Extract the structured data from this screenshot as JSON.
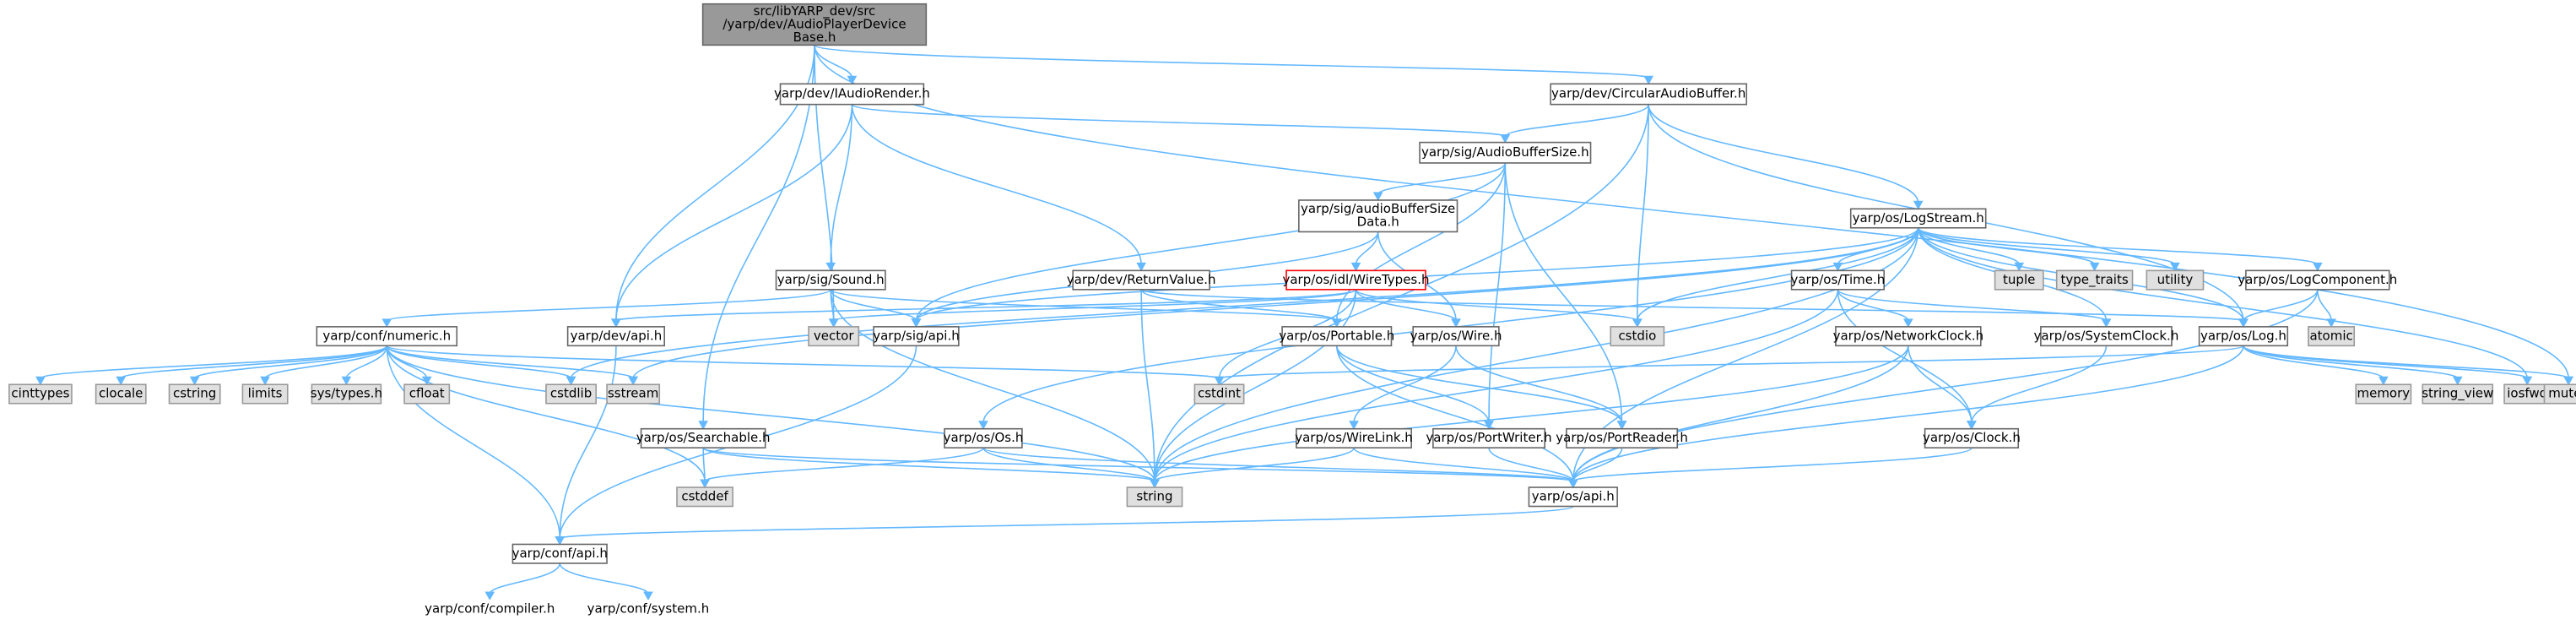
{
  "nodes": [
    {
      "id": "root",
      "lines": [
        "src/libYARP_dev/src",
        "/yarp/dev/AudioPlayerDevice",
        "Base.h"
      ],
      "kind": "root"
    },
    {
      "id": "iaudiorender",
      "lines": [
        "yarp/dev/IAudioRender.h"
      ],
      "kind": "normal"
    },
    {
      "id": "circular",
      "lines": [
        "yarp/dev/CircularAudioBuffer.h"
      ],
      "kind": "normal"
    },
    {
      "id": "audiobuffersize",
      "lines": [
        "yarp/sig/AudioBufferSize.h"
      ],
      "kind": "normal"
    },
    {
      "id": "audiobuffersizedata",
      "lines": [
        "yarp/sig/audioBufferSize",
        "Data.h"
      ],
      "kind": "normal"
    },
    {
      "id": "logstream",
      "lines": [
        "yarp/os/LogStream.h"
      ],
      "kind": "normal"
    },
    {
      "id": "sound",
      "lines": [
        "yarp/sig/Sound.h"
      ],
      "kind": "normal"
    },
    {
      "id": "returnvalue",
      "lines": [
        "yarp/dev/ReturnValue.h"
      ],
      "kind": "normal"
    },
    {
      "id": "wiretypes",
      "lines": [
        "yarp/os/idl/WireTypes.h"
      ],
      "kind": "red"
    },
    {
      "id": "time",
      "lines": [
        "yarp/os/Time.h"
      ],
      "kind": "normal"
    },
    {
      "id": "tuple",
      "lines": [
        "tuple"
      ],
      "kind": "system"
    },
    {
      "id": "type_traits",
      "lines": [
        "type_traits"
      ],
      "kind": "system"
    },
    {
      "id": "utility",
      "lines": [
        "utility"
      ],
      "kind": "system"
    },
    {
      "id": "logcomponent",
      "lines": [
        "yarp/os/LogComponent.h"
      ],
      "kind": "normal"
    },
    {
      "id": "numeric",
      "lines": [
        "yarp/conf/numeric.h"
      ],
      "kind": "normal"
    },
    {
      "id": "devapi",
      "lines": [
        "yarp/dev/api.h"
      ],
      "kind": "normal"
    },
    {
      "id": "vector",
      "lines": [
        "vector"
      ],
      "kind": "system"
    },
    {
      "id": "sigapi",
      "lines": [
        "yarp/sig/api.h"
      ],
      "kind": "normal"
    },
    {
      "id": "portable",
      "lines": [
        "yarp/os/Portable.h"
      ],
      "kind": "normal"
    },
    {
      "id": "wire",
      "lines": [
        "yarp/os/Wire.h"
      ],
      "kind": "normal"
    },
    {
      "id": "cstdio",
      "lines": [
        "cstdio"
      ],
      "kind": "system"
    },
    {
      "id": "networkclock",
      "lines": [
        "yarp/os/NetworkClock.h"
      ],
      "kind": "normal"
    },
    {
      "id": "systemclock",
      "lines": [
        "yarp/os/SystemClock.h"
      ],
      "kind": "normal"
    },
    {
      "id": "log",
      "lines": [
        "yarp/os/Log.h"
      ],
      "kind": "normal"
    },
    {
      "id": "atomic",
      "lines": [
        "atomic"
      ],
      "kind": "system"
    },
    {
      "id": "cinttypes",
      "lines": [
        "cinttypes"
      ],
      "kind": "system"
    },
    {
      "id": "clocale",
      "lines": [
        "clocale"
      ],
      "kind": "system"
    },
    {
      "id": "cstring",
      "lines": [
        "cstring"
      ],
      "kind": "system"
    },
    {
      "id": "limits",
      "lines": [
        "limits"
      ],
      "kind": "system"
    },
    {
      "id": "systypes",
      "lines": [
        "sys/types.h"
      ],
      "kind": "system"
    },
    {
      "id": "cfloat",
      "lines": [
        "cfloat"
      ],
      "kind": "system"
    },
    {
      "id": "cstdlib",
      "lines": [
        "cstdlib"
      ],
      "kind": "system"
    },
    {
      "id": "sstream",
      "lines": [
        "sstream"
      ],
      "kind": "system"
    },
    {
      "id": "cstdint",
      "lines": [
        "cstdint"
      ],
      "kind": "system"
    },
    {
      "id": "searchable",
      "lines": [
        "yarp/os/Searchable.h"
      ],
      "kind": "normal"
    },
    {
      "id": "osos",
      "lines": [
        "yarp/os/Os.h"
      ],
      "kind": "normal"
    },
    {
      "id": "wirelink",
      "lines": [
        "yarp/os/WireLink.h"
      ],
      "kind": "normal"
    },
    {
      "id": "portwriter",
      "lines": [
        "yarp/os/PortWriter.h"
      ],
      "kind": "normal"
    },
    {
      "id": "portreader",
      "lines": [
        "yarp/os/PortReader.h"
      ],
      "kind": "normal"
    },
    {
      "id": "clock",
      "lines": [
        "yarp/os/Clock.h"
      ],
      "kind": "normal"
    },
    {
      "id": "memory",
      "lines": [
        "memory"
      ],
      "kind": "system"
    },
    {
      "id": "string_view",
      "lines": [
        "string_view"
      ],
      "kind": "system"
    },
    {
      "id": "iosfwd",
      "lines": [
        "iosfwd"
      ],
      "kind": "system"
    },
    {
      "id": "mutex",
      "lines": [
        "mutex"
      ],
      "kind": "system"
    },
    {
      "id": "cstddef",
      "lines": [
        "cstddef"
      ],
      "kind": "system"
    },
    {
      "id": "string",
      "lines": [
        "string"
      ],
      "kind": "system"
    },
    {
      "id": "osapi",
      "lines": [
        "yarp/os/api.h"
      ],
      "kind": "normal"
    },
    {
      "id": "confapi",
      "lines": [
        "yarp/conf/api.h"
      ],
      "kind": "normal"
    },
    {
      "id": "compiler",
      "lines": [
        "yarp/conf/compiler.h"
      ],
      "kind": "plain"
    },
    {
      "id": "system",
      "lines": [
        "yarp/conf/system.h"
      ],
      "kind": "plain"
    }
  ],
  "edges": [
    [
      "root",
      "iaudiorender"
    ],
    [
      "root",
      "circular"
    ],
    [
      "root",
      "devapi"
    ],
    [
      "root",
      "vector"
    ],
    [
      "root",
      "searchable"
    ],
    [
      "root",
      "mutex"
    ],
    [
      "iaudiorender",
      "audiobuffersize"
    ],
    [
      "iaudiorender",
      "sound"
    ],
    [
      "iaudiorender",
      "returnvalue"
    ],
    [
      "iaudiorender",
      "devapi"
    ],
    [
      "circular",
      "audiobuffersize"
    ],
    [
      "circular",
      "logstream"
    ],
    [
      "circular",
      "log"
    ],
    [
      "circular",
      "cstdio"
    ],
    [
      "circular",
      "string"
    ],
    [
      "audiobuffersize",
      "audiobuffersizedata"
    ],
    [
      "audiobuffersize",
      "sigapi"
    ],
    [
      "audiobuffersize",
      "portable"
    ],
    [
      "audiobuffersize",
      "portwriter"
    ],
    [
      "audiobuffersize",
      "portreader"
    ],
    [
      "audiobuffersizedata",
      "wiretypes"
    ],
    [
      "audiobuffersizedata",
      "sigapi"
    ],
    [
      "audiobuffersizedata",
      "wire"
    ],
    [
      "logstream",
      "time"
    ],
    [
      "logstream",
      "tuple"
    ],
    [
      "logstream",
      "type_traits"
    ],
    [
      "logstream",
      "utility"
    ],
    [
      "logstream",
      "logcomponent"
    ],
    [
      "logstream",
      "log"
    ],
    [
      "logstream",
      "cstdio"
    ],
    [
      "logstream",
      "string"
    ],
    [
      "logstream",
      "sstream"
    ],
    [
      "logstream",
      "osos"
    ],
    [
      "logstream",
      "cstdlib"
    ],
    [
      "logstream",
      "iosfwd"
    ],
    [
      "logstream",
      "systemclock"
    ],
    [
      "logstream",
      "osapi"
    ],
    [
      "logstream",
      "sigapi"
    ],
    [
      "sound",
      "numeric"
    ],
    [
      "sound",
      "sigapi"
    ],
    [
      "sound",
      "vector"
    ],
    [
      "sound",
      "portable"
    ],
    [
      "sound",
      "string"
    ],
    [
      "returnvalue",
      "portable"
    ],
    [
      "returnvalue",
      "string"
    ],
    [
      "returnvalue",
      "log"
    ],
    [
      "wiretypes",
      "devapi"
    ],
    [
      "wiretypes",
      "vector"
    ],
    [
      "wiretypes",
      "wire"
    ],
    [
      "wiretypes",
      "cstdio"
    ],
    [
      "wiretypes",
      "string"
    ],
    [
      "wiretypes",
      "cstdint"
    ],
    [
      "time",
      "networkclock"
    ],
    [
      "time",
      "systemclock"
    ],
    [
      "time",
      "clock"
    ],
    [
      "time",
      "string"
    ],
    [
      "logcomponent",
      "log"
    ],
    [
      "logcomponent",
      "atomic"
    ],
    [
      "logcomponent",
      "osapi"
    ],
    [
      "numeric",
      "cinttypes"
    ],
    [
      "numeric",
      "clocale"
    ],
    [
      "numeric",
      "cstring"
    ],
    [
      "numeric",
      "limits"
    ],
    [
      "numeric",
      "systypes"
    ],
    [
      "numeric",
      "cfloat"
    ],
    [
      "numeric",
      "cstdlib"
    ],
    [
      "numeric",
      "sstream"
    ],
    [
      "numeric",
      "cstdint"
    ],
    [
      "numeric",
      "cstddef"
    ],
    [
      "numeric",
      "string"
    ],
    [
      "numeric",
      "confapi"
    ],
    [
      "devapi",
      "confapi"
    ],
    [
      "sigapi",
      "confapi"
    ],
    [
      "portable",
      "portwriter"
    ],
    [
      "portable",
      "portreader"
    ],
    [
      "portable",
      "osapi"
    ],
    [
      "wire",
      "wirelink"
    ],
    [
      "wire",
      "portreader"
    ],
    [
      "networkclock",
      "clock"
    ],
    [
      "networkclock",
      "string"
    ],
    [
      "networkclock",
      "osapi"
    ],
    [
      "systemclock",
      "clock"
    ],
    [
      "log",
      "cstdint"
    ],
    [
      "log",
      "memory"
    ],
    [
      "log",
      "string_view"
    ],
    [
      "log",
      "iosfwd"
    ],
    [
      "log",
      "mutex"
    ],
    [
      "log",
      "osapi"
    ],
    [
      "searchable",
      "cstddef"
    ],
    [
      "searchable",
      "string"
    ],
    [
      "searchable",
      "osapi"
    ],
    [
      "osos",
      "cstddef"
    ],
    [
      "osos",
      "string"
    ],
    [
      "osos",
      "osapi"
    ],
    [
      "wirelink",
      "string"
    ],
    [
      "wirelink",
      "osapi"
    ],
    [
      "portwriter",
      "osapi"
    ],
    [
      "portreader",
      "osapi"
    ],
    [
      "clock",
      "osapi"
    ],
    [
      "osapi",
      "confapi"
    ],
    [
      "confapi",
      "compiler"
    ],
    [
      "confapi",
      "system"
    ]
  ],
  "colors": {
    "edge": "#63b8ff",
    "root_fill": "#999999",
    "system_fill": "#e0e0e0",
    "system_border": "#999999",
    "normal_border": "#666666",
    "red_border": "#ff0000",
    "node_fill": "#ffffff"
  }
}
